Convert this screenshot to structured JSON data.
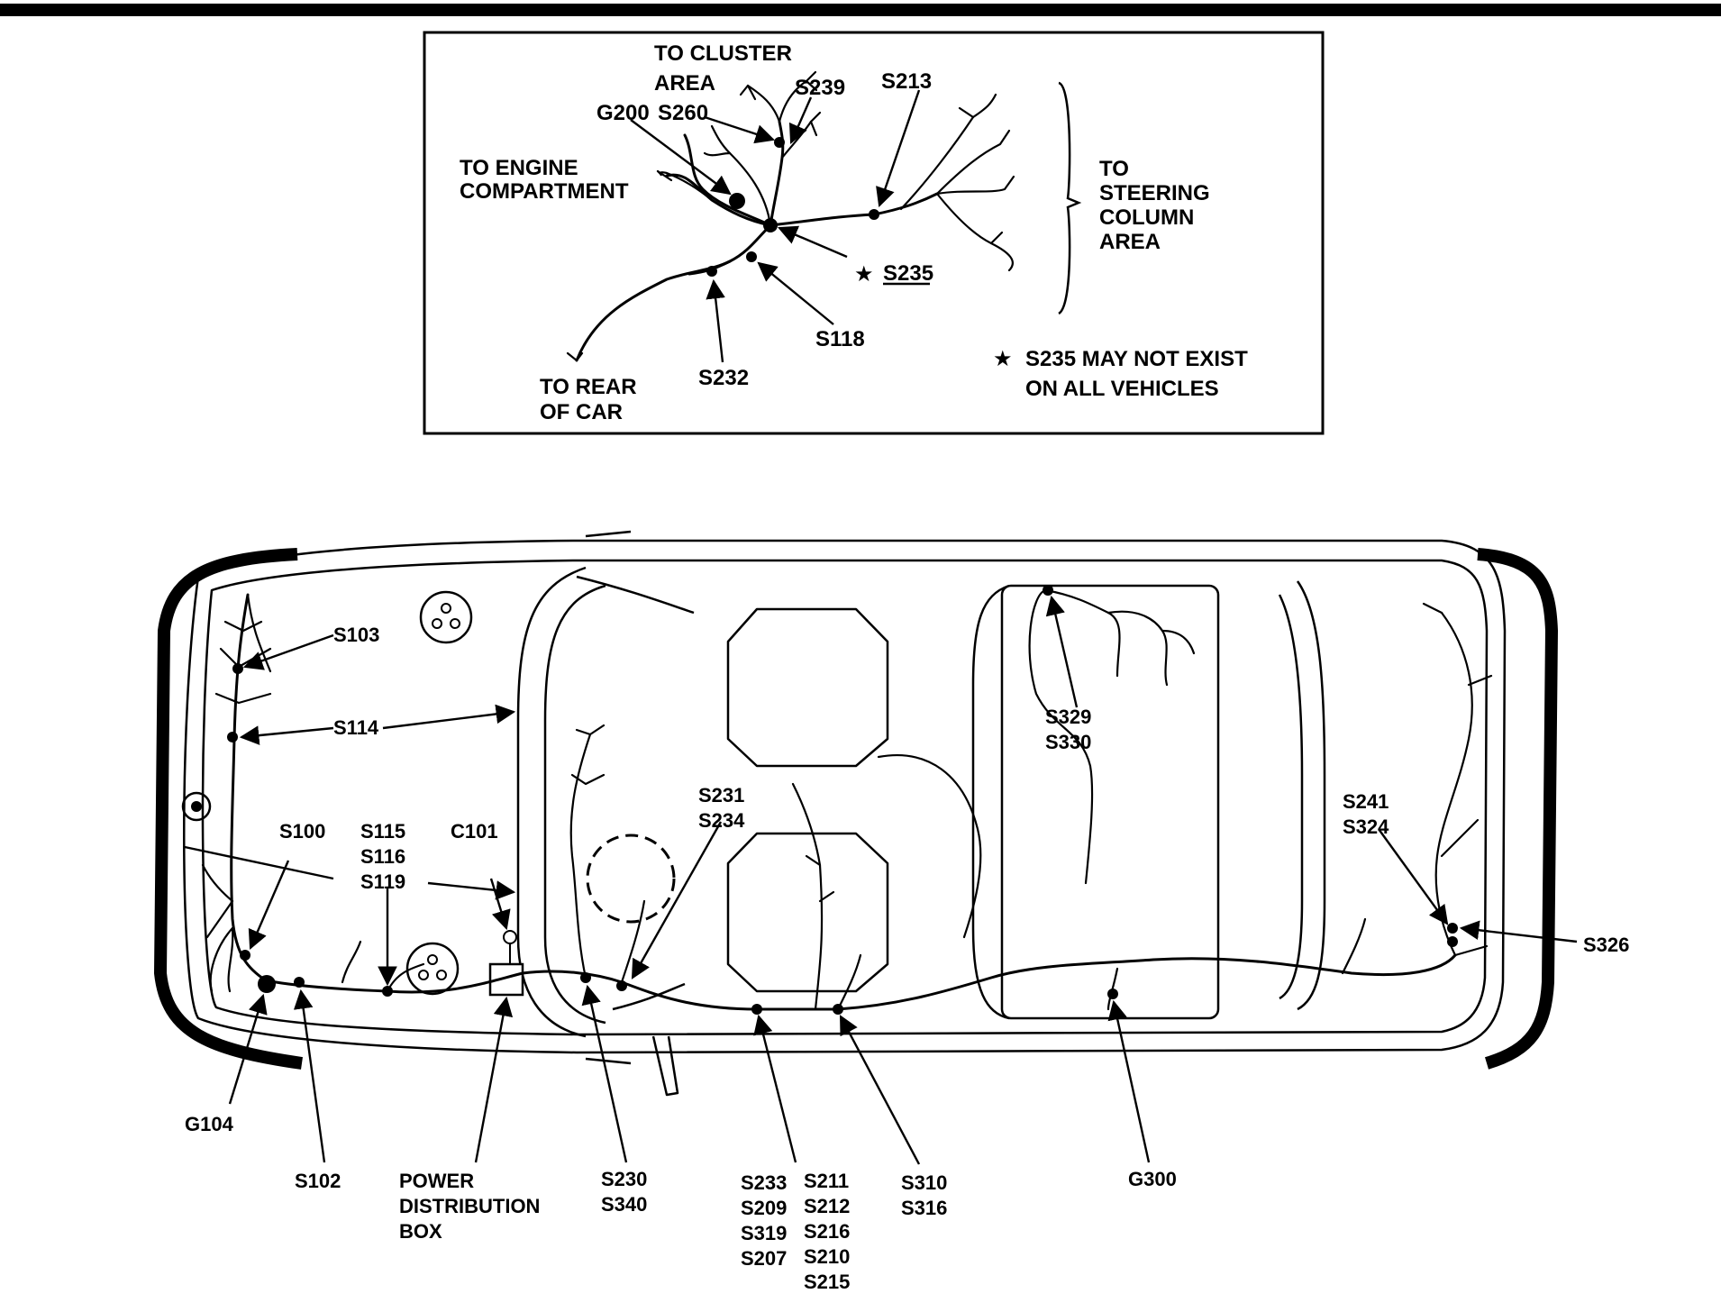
{
  "inset": {
    "labels": {
      "to_cluster_1": "TO CLUSTER",
      "to_cluster_2": "AREA",
      "s239": "S239",
      "s213": "S213",
      "g200": "G200",
      "s260": "S260",
      "to_engine_1": "TO ENGINE",
      "to_engine_2": "COMPARTMENT",
      "to_steering_1": "TO",
      "to_steering_2": "STEERING",
      "to_steering_3": "COLUMN",
      "to_steering_4": "AREA",
      "s235": "S235",
      "s118": "S118",
      "s232": "S232",
      "to_rear_1": "TO REAR",
      "to_rear_2": "OF CAR",
      "note_1": "S235 MAY NOT EXIST",
      "note_2": "ON ALL VEHICLES",
      "star": "★"
    }
  },
  "car": {
    "labels": {
      "s103": "S103",
      "s114": "S114",
      "s100": "S100",
      "s115": "S115",
      "s116": "S116",
      "s119": "S119",
      "c101": "C101",
      "s231": "S231",
      "s234": "S234",
      "s329": "S329",
      "s330": "S330",
      "s241": "S241",
      "s324": "S324",
      "s326": "S326",
      "g104": "G104",
      "s102": "S102",
      "pdb_1": "POWER",
      "pdb_2": "DISTRIBUTION",
      "pdb_3": "BOX",
      "s230": "S230",
      "s340": "S340",
      "s233": "S233",
      "s209": "S209",
      "s319": "S319",
      "s207": "S207",
      "s211": "S211",
      "s212": "S212",
      "s216": "S216",
      "s210": "S210",
      "s215": "S215",
      "s310": "S310",
      "s316": "S316",
      "g300": "G300"
    }
  }
}
